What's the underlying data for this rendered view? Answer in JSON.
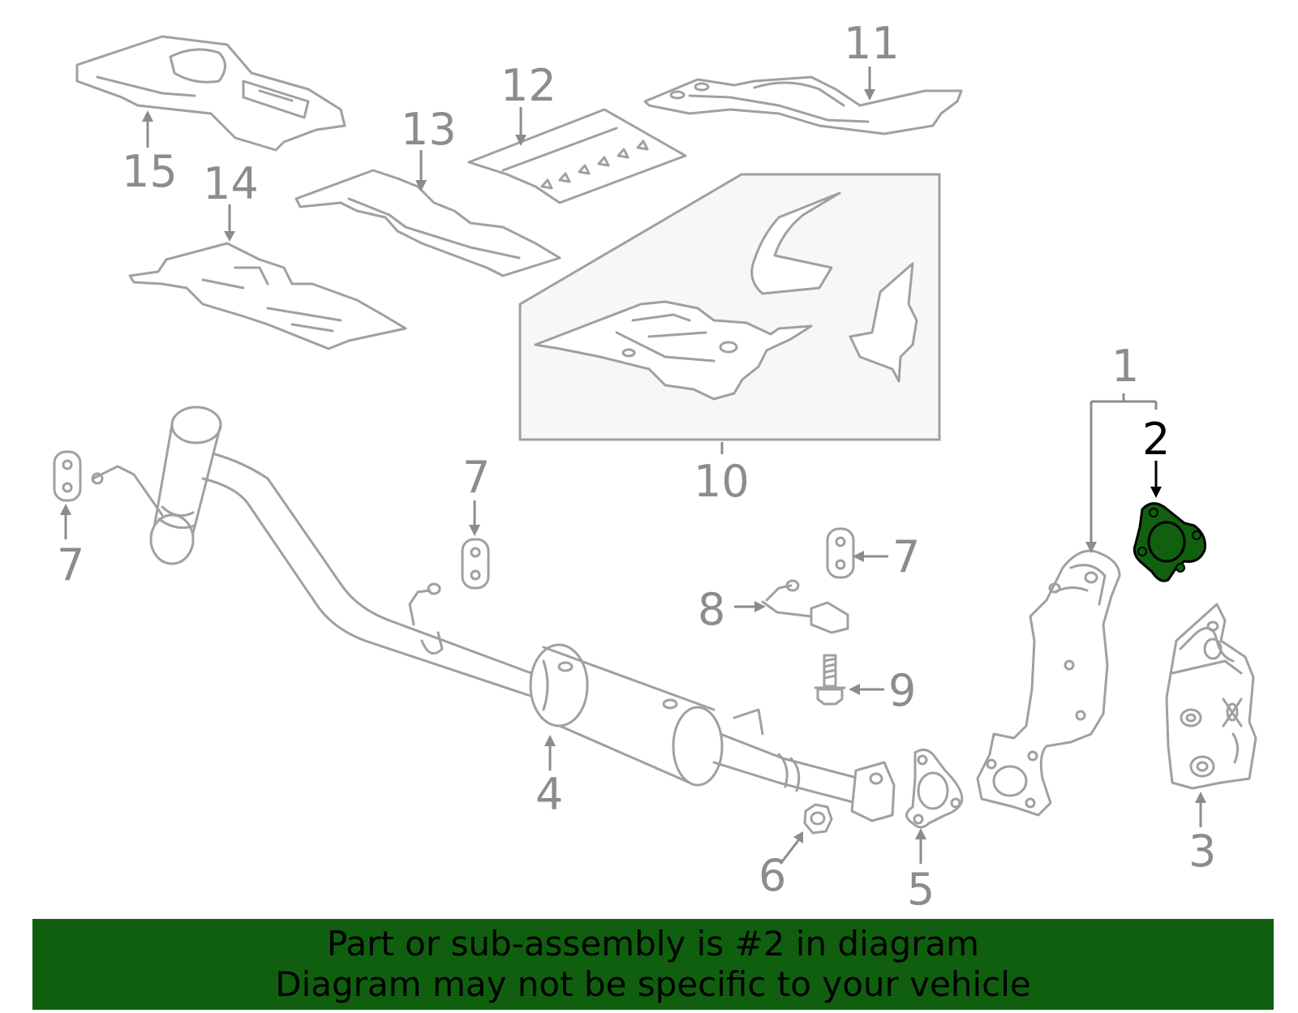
{
  "callouts": {
    "c1": "1",
    "c2": "2",
    "c3": "3",
    "c4": "4",
    "c5": "5",
    "c6": "6",
    "c7a": "7",
    "c7b": "7",
    "c7c": "7",
    "c8": "8",
    "c9": "9",
    "c10": "10",
    "c11": "11",
    "c12": "12",
    "c13": "13",
    "c14": "14",
    "c15": "15"
  },
  "highlighted_part": "2",
  "banner": {
    "line1": "Part or sub-assembly is #2 in diagram",
    "line2": "Diagram may not be specific to your vehicle"
  },
  "colors": {
    "banner_bg": "#0f5f0f",
    "highlight_fill": "#106010",
    "part_stroke": "#a0a0a0",
    "inset_bg": "#f7f7f7"
  }
}
